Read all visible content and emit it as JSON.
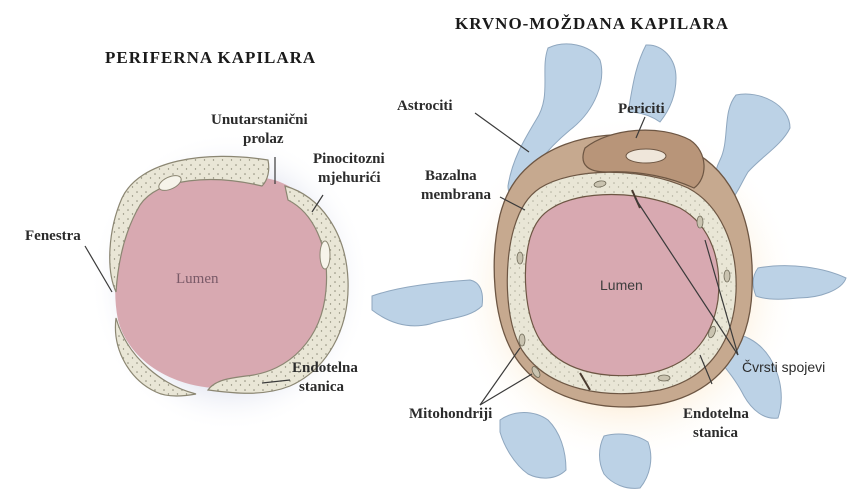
{
  "left_panel": {
    "title": "PERIFERNA KAPILARA",
    "lumen_label": "Lumen",
    "labels": {
      "unutarstanicni_line1": "Unutarstanični",
      "unutarstanicni_line2": "prolaz",
      "pinocitozni_line1": "Pinocitozni",
      "pinocitozni_line2": "mjehurići",
      "fenestra": "Fenestra",
      "endotelna_line1": "Endotelna",
      "endotelna_line2": "stanica"
    }
  },
  "right_panel": {
    "title": "KRVNO-MOŽDANA KAPILARA",
    "lumen_label": "Lumen",
    "labels": {
      "periciti": "Periciti",
      "astrociti": "Astrociti",
      "bazalna_line1": "Bazalna",
      "bazalna_line2": "membrana",
      "cvrsti_spojevi": "Čvrsti spojevi",
      "mitohondriji": "Mitohondriji",
      "endotelna_line1": "Endotelna",
      "endotelna_line2": "stanica"
    }
  },
  "colors": {
    "lumen": "#d8a9b1",
    "endothelium": "#e9e6d6",
    "astrocyte": "#bcd2e6",
    "basement": "#c6a98f",
    "pericyte": "#b89579",
    "glow_blue": "#c9cfe4",
    "glow_orange": "#f7d9a8"
  }
}
